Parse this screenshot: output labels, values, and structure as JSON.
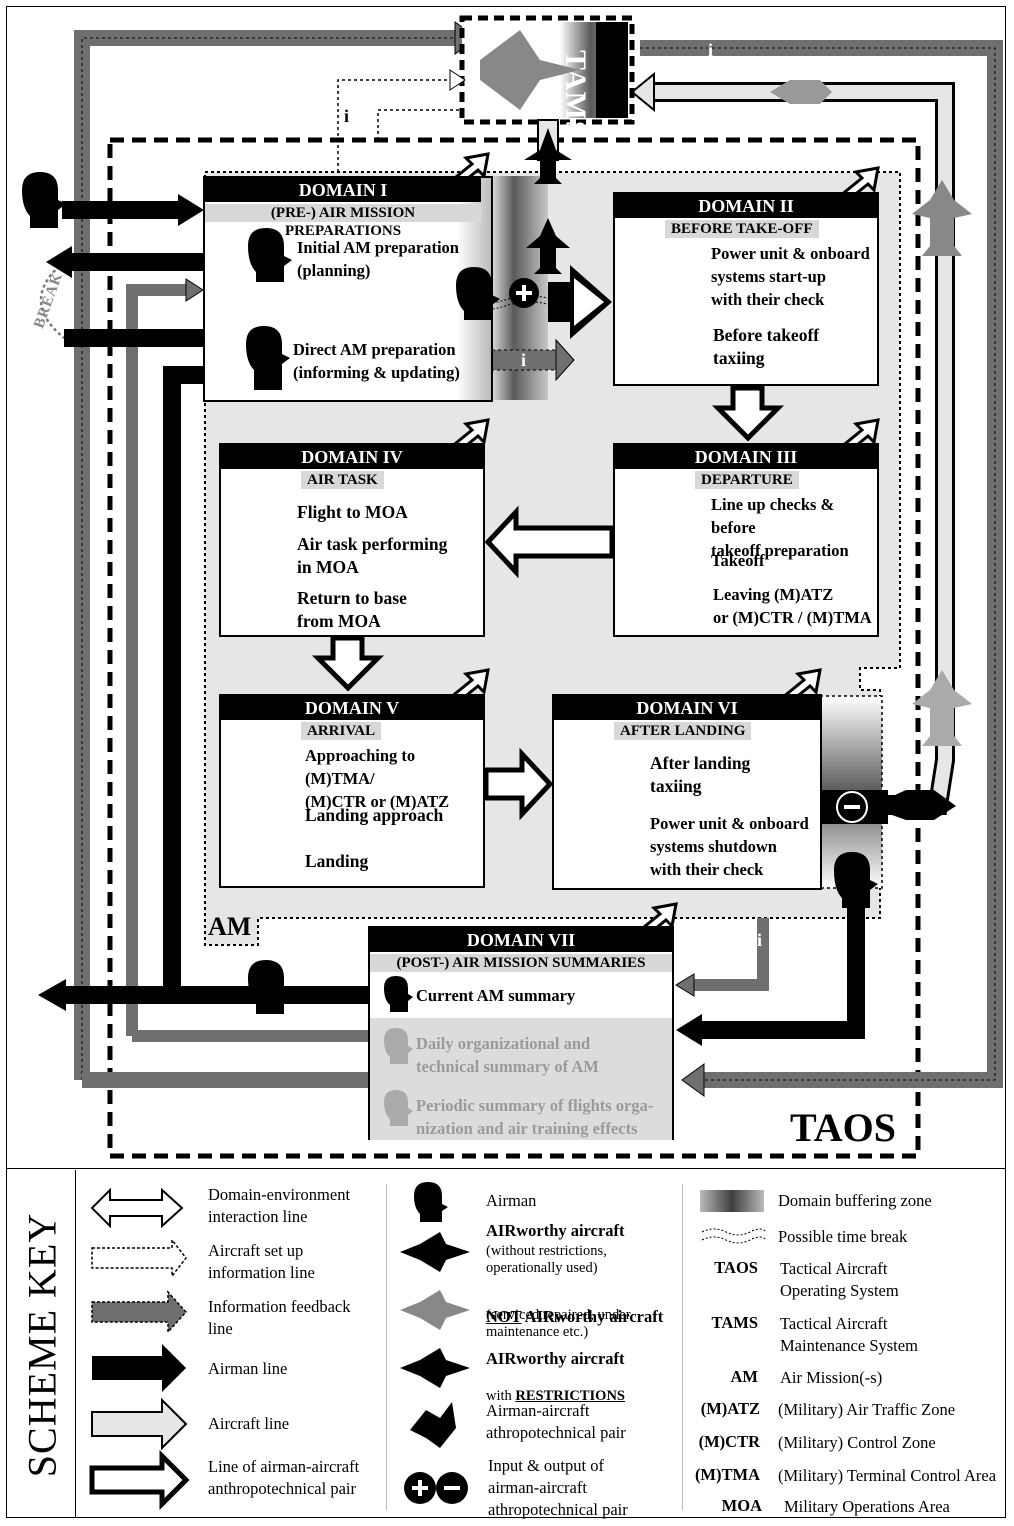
{
  "title_boxes": {
    "taos": "TAOS",
    "tams": "TAMS",
    "am": "AM",
    "break": "BREAK",
    "info_marker": "i"
  },
  "domains": [
    {
      "head": "DOMAIN I",
      "sub": "(PRE-) AIR MISSION PREPARATIONS",
      "items": [
        "Initial AM preparation\n(planning)",
        "Direct AM preparation\n(informing & updating)"
      ]
    },
    {
      "head": "DOMAIN II",
      "sub": "BEFORE TAKE-OFF",
      "items": [
        "Power unit & onboard\nsystems start-up\nwith their check",
        "Before takeoff\ntaxiing"
      ]
    },
    {
      "head": "DOMAIN III",
      "sub": "DEPARTURE",
      "items": [
        "Line up checks & before\ntakeoff preparation",
        "Takeoff",
        "Leaving (M)ATZ\nor (M)CTR / (M)TMA"
      ]
    },
    {
      "head": "DOMAIN IV",
      "sub": "AIR TASK",
      "items": [
        "Flight to MOA",
        "Air task performing\nin MOA",
        "Return to base\nfrom MOA"
      ]
    },
    {
      "head": "DOMAIN V",
      "sub": "ARRIVAL",
      "items": [
        "Approaching to (M)TMA/\n(M)CTR or (M)ATZ",
        "Landing approach",
        "Landing"
      ]
    },
    {
      "head": "DOMAIN VI",
      "sub": "AFTER LANDING",
      "items": [
        "After landing\ntaxiing",
        "Power unit & onboard\nsystems shutdown\nwith their check"
      ]
    },
    {
      "head": "DOMAIN VII",
      "sub": "(POST-) AIR MISSION SUMMARIES",
      "items": [
        "Current AM summary",
        "Daily organizational and\ntechnical summary of AM",
        "Periodic summary of flights orga-\nnization and air training effects"
      ]
    }
  ],
  "scheme_key": {
    "title": "SCHEME KEY",
    "lines": [
      "Domain-environment\ninteraction line",
      "Aircraft set up\ninformation line",
      "Information feedback\nline",
      "Airman line",
      "Aircraft line",
      "Line of airman-aircraft\nanthropotechnical pair"
    ],
    "symbols": {
      "airman": "Airman",
      "airworthy_title": "AIRworthy aircraft",
      "airworthy_desc": "(without restrictions,\noperationally used)",
      "not_airworthy_not": "NOT",
      "not_airworthy_title": " AIRworthy aircraft",
      "not_airworthy_desc": "(serviced,repaired, under\nmaintenance etc.)",
      "restricted_title": "AIRworthy aircraft",
      "restricted_with": "with ",
      "restricted_word": "RESTRICTIONS",
      "pair": "Airman-aircraft\nathropotechnical pair",
      "io": "Input & output of\nairman-aircraft\nathropotechnical pair"
    },
    "legend_right": {
      "buffer": "Domain buffering zone",
      "break": "Possible time break"
    },
    "abbreviations": [
      {
        "abbr": "TAOS",
        "def": "Tactical Aircraft\nOperating System"
      },
      {
        "abbr": "TAMS",
        "def": "Tactical Aircraft\nMaintenance System"
      },
      {
        "abbr": "AM",
        "def": "Air Mission(-s)"
      },
      {
        "abbr": "(M)ATZ",
        "def": "(Military) Air Traffic Zone"
      },
      {
        "abbr": "(M)CTR",
        "def": "(Military) Control Zone"
      },
      {
        "abbr": "(M)TMA",
        "def": "(Military) Terminal Control Area"
      },
      {
        "abbr": "MOA",
        "def": "Military Operations Area"
      }
    ]
  },
  "colors": {
    "black": "#000000",
    "dark_gray": "#6f6f6f",
    "light_gray": "#e6e6e6",
    "mid_gray": "#bdbdbd"
  }
}
